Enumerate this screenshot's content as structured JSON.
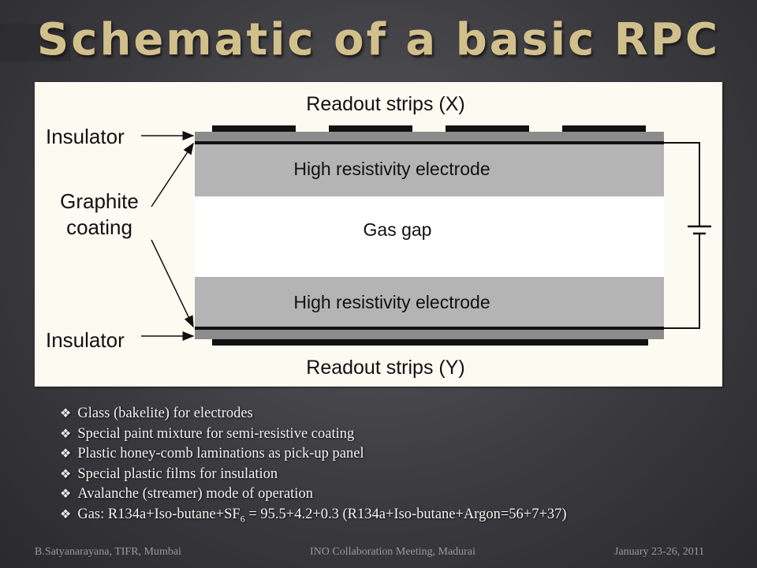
{
  "slide": {
    "title": "Schematic of a basic RPC"
  },
  "diagram": {
    "readout_top": "Readout strips (X)",
    "readout_bottom": "Readout strips (Y)",
    "insulator_top": "Insulator",
    "insulator_bottom": "Insulator",
    "graphite_line1": "Graphite",
    "graphite_line2": "coating",
    "electrode_top": "High resistivity electrode",
    "gas_gap": "Gas gap",
    "electrode_bottom": "High resistivity electrode"
  },
  "bullets": [
    {
      "text": "Glass (bakelite) for electrodes"
    },
    {
      "text": "Special paint mixture for semi-resistive coating"
    },
    {
      "text": "Plastic honey-comb laminations as pick-up panel"
    },
    {
      "text": "Special plastic films for insulation"
    },
    {
      "text": "Avalanche (streamer) mode of operation"
    },
    {
      "prefix": "Gas: R134a+Iso-butane+SF",
      "sub": "6",
      "suffix": " = 95.5+4.2+0.3 (R134a+Iso-butane+Argon=56+7+37)"
    }
  ],
  "bullet_icon": "diamond-bullet-icon",
  "footer": {
    "left": "B.Satyanarayana, TIFR, Mumbai",
    "center": "INO Collaboration Meeting, Madurai",
    "right": "January 23-26, 2011"
  },
  "colors": {
    "title": "#d2c08c",
    "panel_bg": "#fcfbf2",
    "electrode": "#b4b4b4",
    "gas_gap": "#ffffff"
  }
}
